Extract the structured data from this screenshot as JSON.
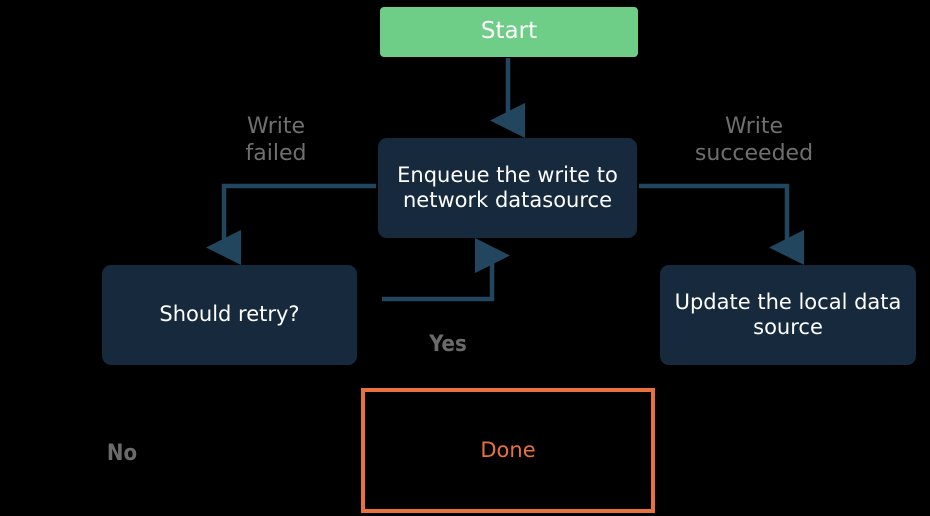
{
  "diagram": {
    "title": "Write-through queue flowchart",
    "background_color": "#000000",
    "edge_color": "#23465F",
    "colors": {
      "start_fill": "#6ECE88",
      "process_fill": "#16293D",
      "terminal_border": "#E8713D",
      "terminal_text": "#E8713D",
      "node_text": "#FFFFFF",
      "label_text": "#6F6F6F"
    },
    "nodes": [
      {
        "id": "start",
        "label": "Start",
        "shape": "rounded-rect",
        "style": "start"
      },
      {
        "id": "enqueue",
        "label": "Enqueue the write to network datasource",
        "shape": "rounded-rect",
        "style": "process"
      },
      {
        "id": "retry",
        "label": "Should retry?",
        "shape": "rounded-rect",
        "style": "process"
      },
      {
        "id": "update",
        "label": "Update the local data source",
        "shape": "rounded-rect",
        "style": "process"
      },
      {
        "id": "done",
        "label": "Done",
        "shape": "rect",
        "style": "terminal"
      }
    ],
    "edges": [
      {
        "from": "start",
        "to": "enqueue",
        "label": "",
        "arrow": true
      },
      {
        "from": "enqueue",
        "to": "retry",
        "label": "Write failed",
        "arrow": true
      },
      {
        "from": "enqueue",
        "to": "update",
        "label": "Write succeeded",
        "arrow": true
      },
      {
        "from": "retry",
        "to": "enqueue",
        "label": "Yes",
        "arrow": true
      },
      {
        "from": "retry",
        "to": "done",
        "label": "No",
        "arrow": false
      }
    ],
    "labels": {
      "write_failed": "Write\nfailed",
      "write_succeeded": "Write\nsucceeded",
      "yes": "Yes",
      "no": "No"
    }
  }
}
